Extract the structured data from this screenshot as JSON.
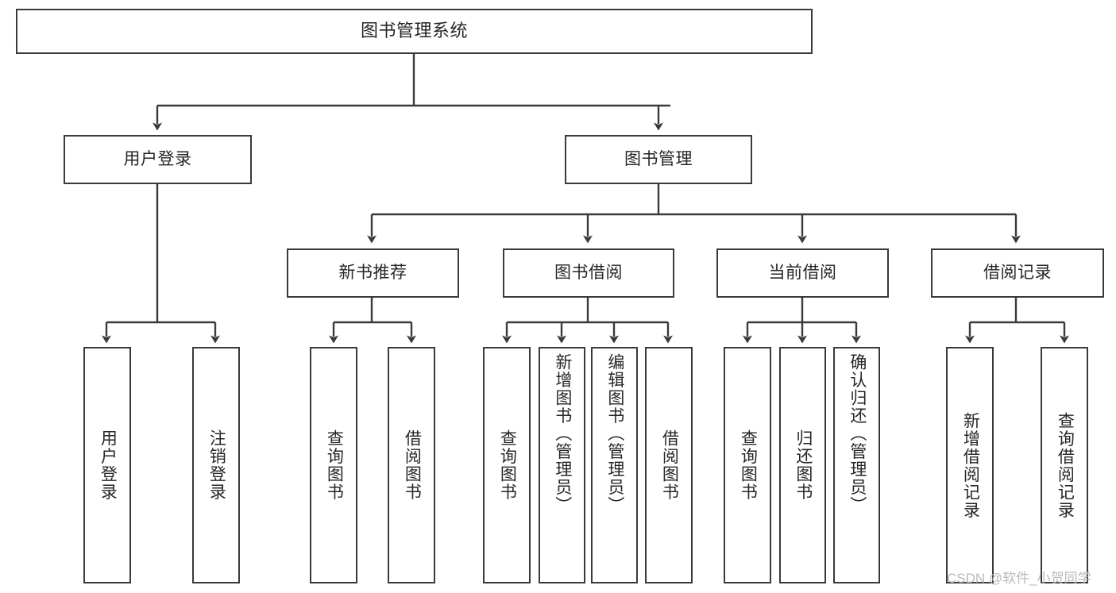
{
  "diagram": {
    "title": "图书管理系统",
    "type": "tree-hierarchy",
    "orientation": "top-down",
    "line_color": "#3a3a3a",
    "box_fill": "#ffffff",
    "text_color": "#262626"
  },
  "root": {
    "label": "图书管理系统"
  },
  "level2": [
    {
      "label": "用户登录"
    },
    {
      "label": "图书管理"
    }
  ],
  "level3": [
    {
      "label": "新书推荐"
    },
    {
      "label": "图书借阅"
    },
    {
      "label": "当前借阅"
    },
    {
      "label": "借阅记录"
    }
  ],
  "leaves": {
    "user_login": [
      {
        "label": "用户登录"
      },
      {
        "label": "注销登录"
      }
    ],
    "new_book_recommend": [
      {
        "label": "查询图书"
      },
      {
        "label": "借阅图书"
      }
    ],
    "book_borrow": [
      {
        "label": "查询图书"
      },
      {
        "label": "新增图书（管理员）"
      },
      {
        "label": "编辑图书（管理员）"
      },
      {
        "label": "借阅图书"
      }
    ],
    "current_borrow": [
      {
        "label": "查询图书"
      },
      {
        "label": "归还图书"
      },
      {
        "label": "确认归还（管理员）"
      }
    ],
    "borrow_record": [
      {
        "label": "新增借阅记录"
      },
      {
        "label": "查询借阅记录"
      }
    ]
  },
  "watermark": {
    "text": "CSDN @软件_小贺同学",
    "color": "#b9b9b9"
  }
}
